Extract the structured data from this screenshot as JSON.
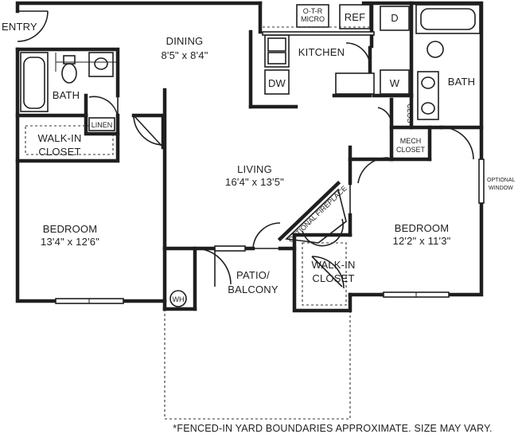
{
  "labels": {
    "entry": "ENTRY",
    "dining_name": "DINING",
    "dining_size": "8'5\" x 8'4\"",
    "kitchen": "KITCHEN",
    "otr_micro_1": "O-T-R",
    "otr_micro_2": "MICRO",
    "ref": "REF",
    "dryer": "D",
    "washer": "W",
    "dishwasher": "DW",
    "bath_left": "BATH",
    "bath_right": "BATH",
    "linen": "LINEN",
    "walkin_left_1": "WALK-IN",
    "walkin_left_2": "CLOSET",
    "living_name": "LIVING",
    "living_size": "16'4\" x 13'5\"",
    "optional_fireplace": "OPTIONAL FIREPLACE",
    "bedroom_left_name": "BEDROOM",
    "bedroom_left_size": "13'4\" x 12'6\"",
    "bedroom_right_name": "BEDROOM",
    "bedroom_right_size": "12'2\" x 11'3\"",
    "clos": "CLOS",
    "mech_closet_1": "MECH",
    "mech_closet_2": "CLOSET",
    "optional_window_1": "OPTIONAL",
    "optional_window_2": "WINDOW",
    "patio_1": "PATIO/",
    "patio_2": "BALCONY",
    "walkin_right_1": "WALK-IN",
    "walkin_right_2": "CLOSET",
    "water_heater": "WH"
  },
  "footnote": "*FENCED-IN YARD BOUNDARIES APPROXIMATE. SIZE MAY VARY."
}
